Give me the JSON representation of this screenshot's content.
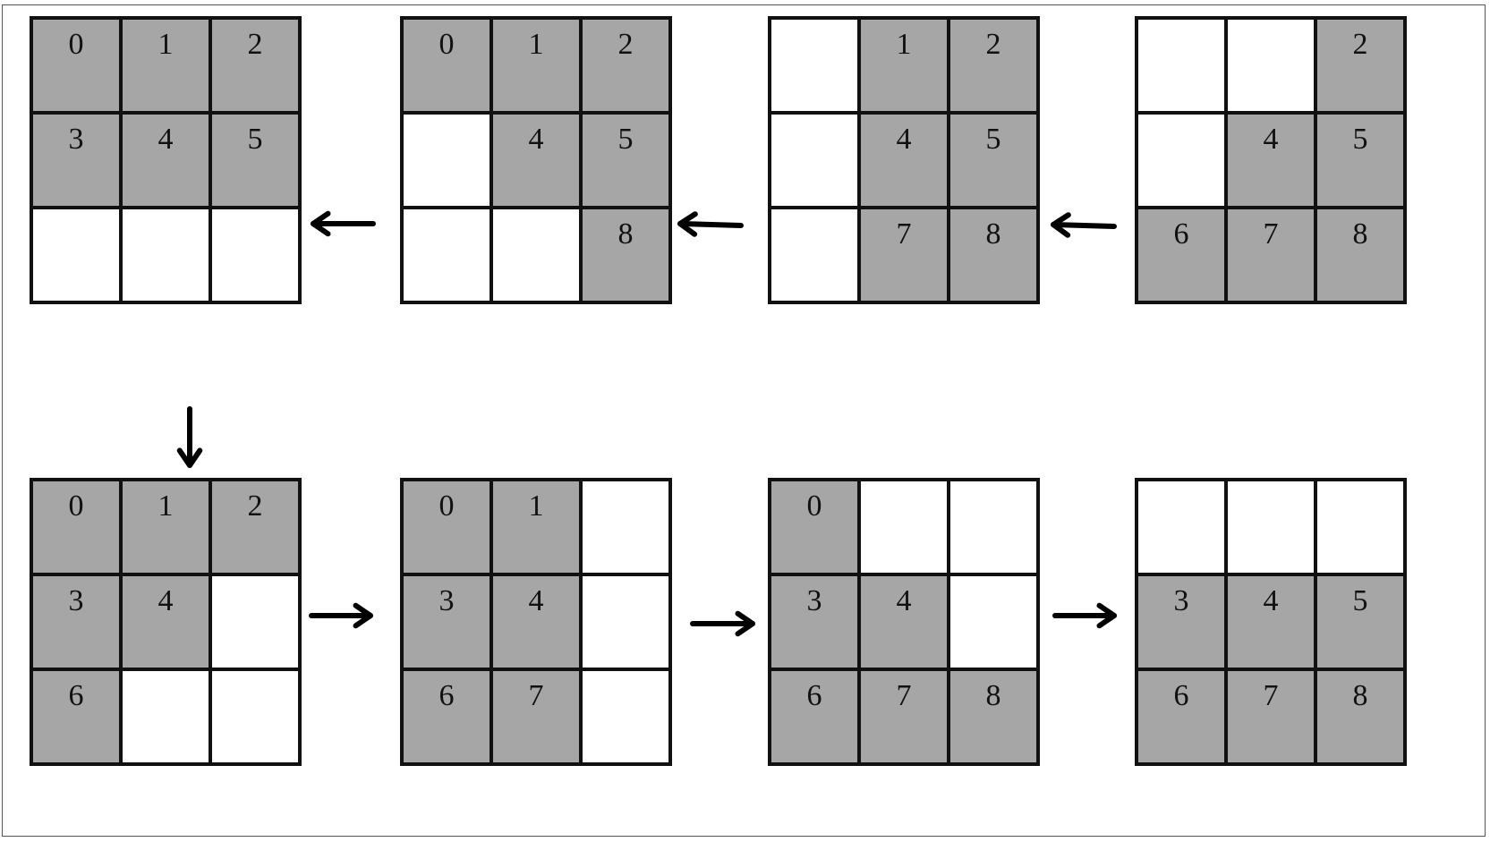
{
  "colors": {
    "filled": "#a6a6a6",
    "empty": "#ffffff",
    "line": "#111111"
  },
  "grids": [
    {
      "cells": [
        "0",
        "1",
        "2",
        "3",
        "4",
        "5",
        null,
        null,
        null
      ]
    },
    {
      "cells": [
        "0",
        "1",
        "2",
        null,
        "4",
        "5",
        null,
        null,
        "8"
      ]
    },
    {
      "cells": [
        null,
        "1",
        "2",
        null,
        "4",
        "5",
        null,
        "7",
        "8"
      ]
    },
    {
      "cells": [
        null,
        null,
        "2",
        null,
        "4",
        "5",
        "6",
        "7",
        "8"
      ]
    },
    {
      "cells": [
        "0",
        "1",
        "2",
        "3",
        "4",
        null,
        "6",
        null,
        null
      ]
    },
    {
      "cells": [
        "0",
        "1",
        null,
        "3",
        "4",
        null,
        "6",
        "7",
        null
      ]
    },
    {
      "cells": [
        "0",
        null,
        null,
        "3",
        "4",
        null,
        "6",
        "7",
        "8"
      ]
    },
    {
      "cells": [
        null,
        null,
        null,
        "3",
        "4",
        "5",
        "6",
        "7",
        "8"
      ]
    }
  ],
  "arrows": [
    "left",
    "left",
    "left",
    "down",
    "right",
    "right",
    "right"
  ]
}
